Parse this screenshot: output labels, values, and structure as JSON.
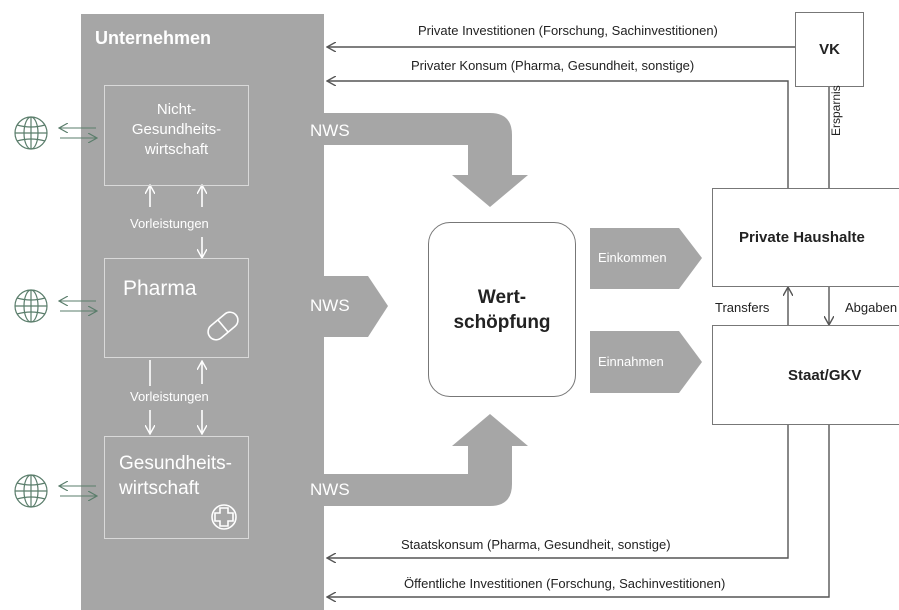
{
  "panel": {
    "title": "Unternehmen"
  },
  "sectors": {
    "non_health": "Nicht-Gesundheits-wirtschaft",
    "pharma": "Pharma",
    "health": "Gesundheits-wirtschaft"
  },
  "vorleistungen": [
    "Vorleistungen",
    "Vorleistungen"
  ],
  "nws": [
    "NWS",
    "NWS",
    "NWS"
  ],
  "center": {
    "wertschoepfung": "Wert-schöpfung"
  },
  "flows": {
    "einkommen": "Einkommen",
    "einnahmen": "Einnahmen"
  },
  "right": {
    "vk": "VK",
    "households": "Private Haushalte",
    "state": "Staat/GKV",
    "ersparnis": "Ersparnis",
    "transfers": "Transfers",
    "abgaben": "Abgaben"
  },
  "top_flows": {
    "private_invest": "Private Investitionen (Forschung, Sachinvestitionen)",
    "private_konsum": "Privater Konsum (Pharma, Gesundheit, sonstige)"
  },
  "bottom_flows": {
    "staatskonsum": "Staatskonsum (Pharma, Gesundheit, sonstige)",
    "oeff_invest": "Öffentliche Investitionen (Forschung, Sachinvestitionen)"
  },
  "colors": {
    "panel": "#a6a6a6",
    "arrow": "#a6a6a6",
    "globe": "#5a7d6b"
  }
}
